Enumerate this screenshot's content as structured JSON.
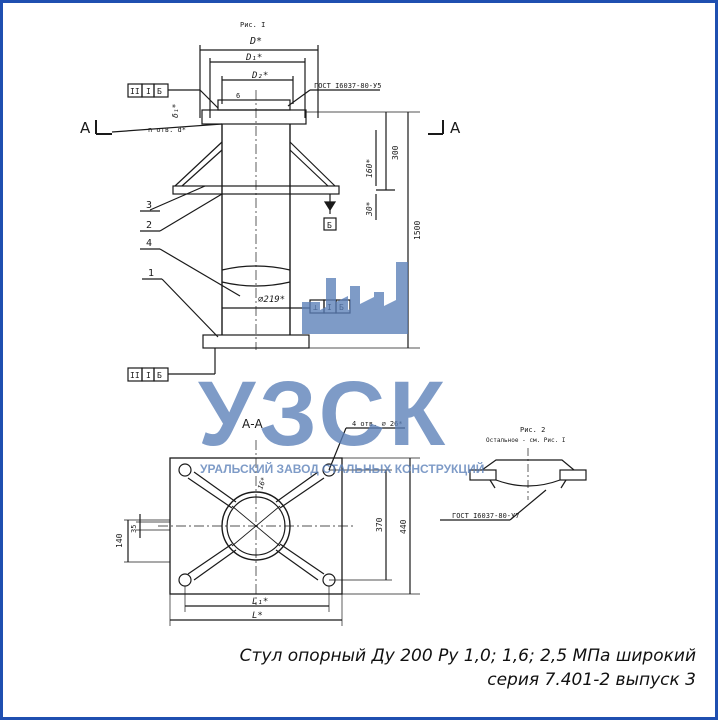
{
  "drawing": {
    "fig1_title": "Рис. I",
    "dim_D": "D*",
    "dim_D1": "D₁*",
    "dim_D2": "D₂*",
    "gost_top": "ГОСТ I6037-80-У5",
    "gost_fig2": "ГОСТ I6037-80-У7",
    "section_left": "A",
    "section_right": "A",
    "section_title": "А-А",
    "holes_label": "n отв. d*",
    "holes_4": "4 отв. ⌀ 26*",
    "pipe_dia": "⌀219*",
    "dim_300": "300",
    "dim_160": "160*",
    "dim_30": "30*",
    "dim_1500": "1500",
    "dim_370": "370",
    "dim_440": "440",
    "dim_140": "140",
    "dim_35": "35",
    "dim_16": "16*",
    "dim_L1": "L₁*",
    "dim_L": "L*",
    "dim_delta": "δ₁*",
    "dim_6": "6",
    "callout_1": "1",
    "callout_2": "2",
    "callout_3": "3",
    "callout_4": "4",
    "datum_B": "Б",
    "tol_top": [
      "II",
      "I",
      "Б"
    ],
    "tol_mid": [
      "⊥",
      "I",
      "Б"
    ],
    "tol_bot": [
      "II",
      "I",
      "Б"
    ],
    "fig2_title": "Рис. 2",
    "fig2_note": "Остальное - см. Рис. I"
  },
  "watermark": {
    "logo_text": "УЗСК",
    "subtitle": "УРАЛЬСКИЙ ЗАВОД СТАЛЬНЫХ КОНСТРУКЦИЙ"
  },
  "caption": {
    "line1": "Стул опорный Ду 200 Ру 1,0; 1,6; 2,5 МПа широкий",
    "line2": "серия 7.401-2 выпуск 3"
  },
  "colors": {
    "frame": "#1f4fb0",
    "watermark": "#5a7fb8",
    "ink": "#1a1a1a"
  }
}
